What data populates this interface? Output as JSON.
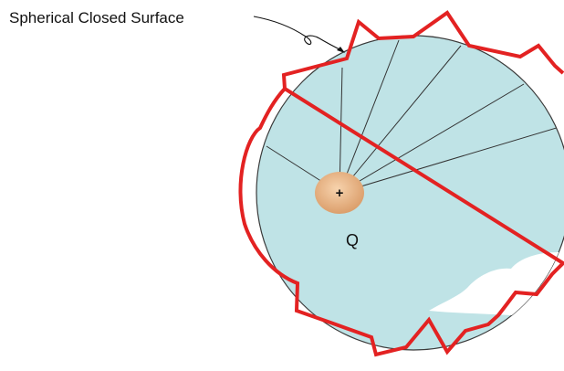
{
  "diagram": {
    "surface_label": "Spherical Closed Surface",
    "charge_label": "Q",
    "charge_sign": "+",
    "radial_line_count": 6,
    "colors": {
      "sphere_fill": "#bfe3e6",
      "sphere_stroke": "#3a3a3a",
      "charge_fill_center": "#f7d3ad",
      "charge_fill_edge": "#d99a66",
      "irregular_surface": "#e32222",
      "cloud": "#ffffff",
      "lines": "#333333"
    }
  }
}
